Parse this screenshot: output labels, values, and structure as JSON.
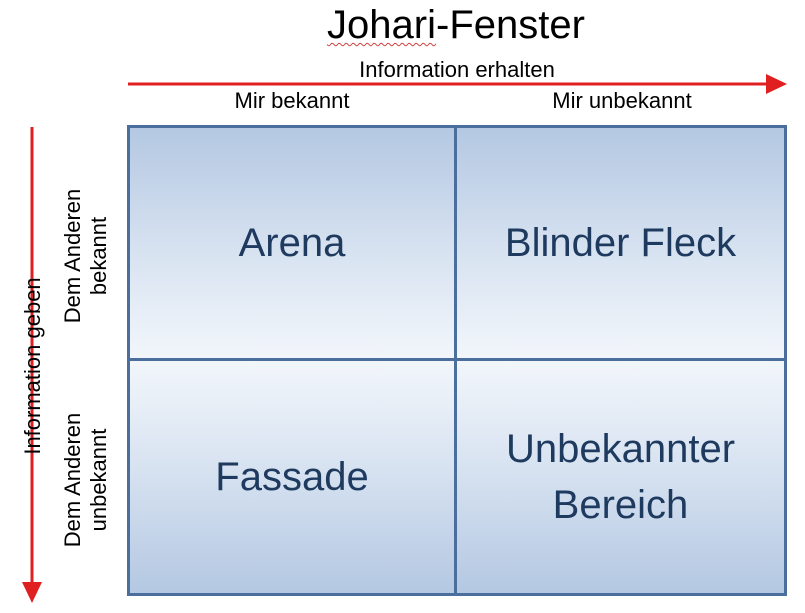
{
  "title": {
    "prefix": "Johari",
    "suffix": "-Fenster"
  },
  "axes": {
    "x_label": "Information erhalten",
    "y_label": "Information geben",
    "arrow_color": "#e02020"
  },
  "columns": [
    {
      "label": "Mir bekannt"
    },
    {
      "label": "Mir unbekannt"
    }
  ],
  "rows": [
    {
      "label_line1": "Dem Anderen",
      "label_line2": "bekannt"
    },
    {
      "label_line1": "Dem Anderen",
      "label_line2": "unbekannt"
    }
  ],
  "quadrants": {
    "top_left": {
      "line1": "Arena",
      "line2": ""
    },
    "top_right": {
      "line1": "Blinder Fleck",
      "line2": ""
    },
    "bottom_left": {
      "line1": "Fassade",
      "line2": ""
    },
    "bottom_right": {
      "line1": "Unbekannter",
      "line2": "Bereich"
    }
  },
  "colors": {
    "grid_border": "#4a6f9c",
    "quadrant_text": "#1e3a5f"
  }
}
